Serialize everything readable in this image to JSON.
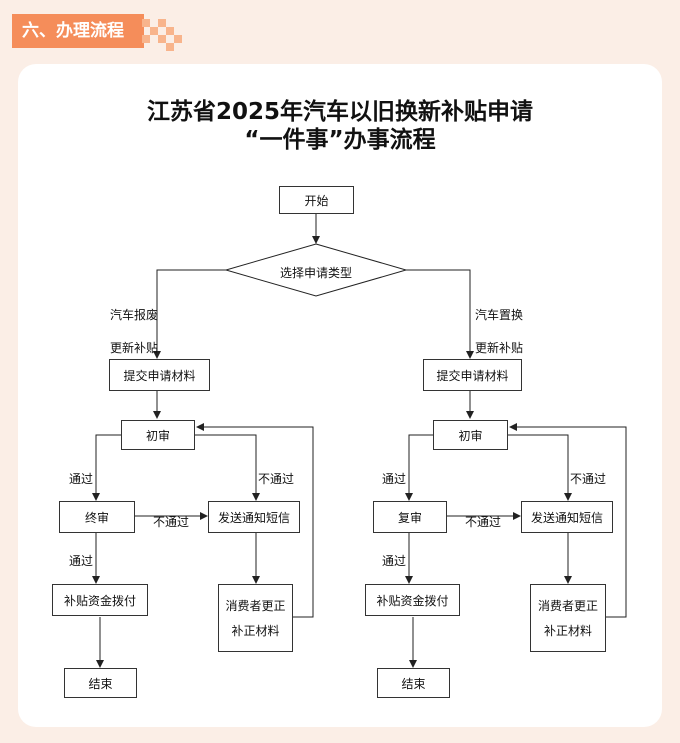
{
  "section": {
    "title": "六、办理流程"
  },
  "diagram": {
    "title_line1": "江苏省2025年汽车以旧换新补贴申请",
    "title_line2": "“一件事”办事流程",
    "start": "开始",
    "decision": "选择申请类型",
    "left_branch": {
      "label_line1": "汽车报废",
      "label_line2": "更新补贴",
      "submit": "提交申请材料",
      "first_review": "初审",
      "pass_label": "通过",
      "fail_label": "不通过",
      "second_review": "终审",
      "second_fail_label": "不通过",
      "second_pass_label": "通过",
      "notify": "发送通知短信",
      "correction_line1": "消费者更正",
      "correction_line2": "补正材料",
      "payout": "补贴资金拨付",
      "end": "结束"
    },
    "right_branch": {
      "label_line1": "汽车置换",
      "label_line2": "更新补贴",
      "submit": "提交申请材料",
      "first_review": "初审",
      "pass_label": "通过",
      "fail_label": "不通过",
      "second_review": "复审",
      "second_fail_label": "不通过",
      "second_pass_label": "通过",
      "notify": "发送通知短信",
      "correction_line1": "消费者更正",
      "correction_line2": "补正材料",
      "payout": "补贴资金拨付",
      "end": "结束"
    }
  }
}
